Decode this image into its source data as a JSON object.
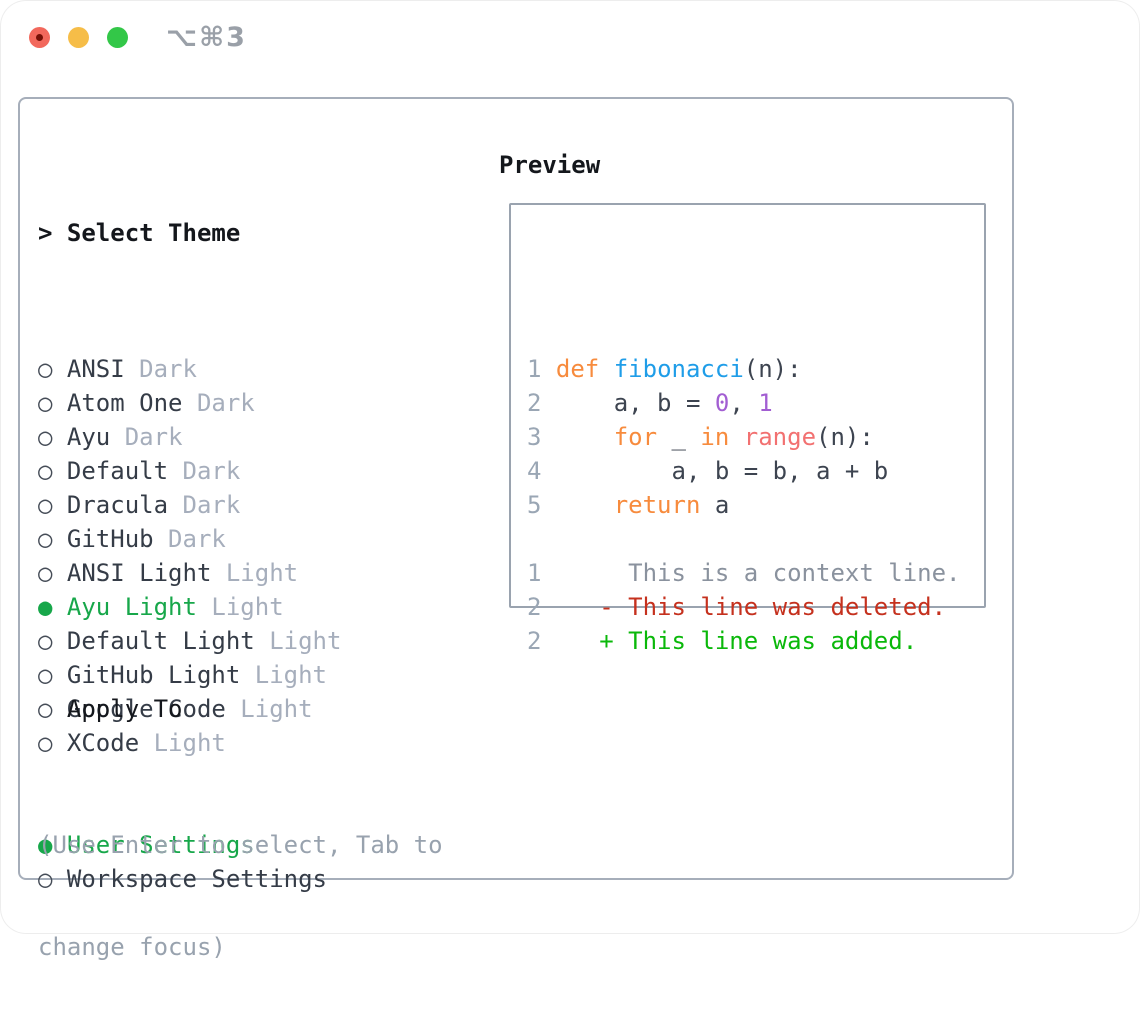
{
  "window": {
    "title": "⌥⌘3",
    "traffic_lights": [
      "close",
      "minimize",
      "zoom"
    ]
  },
  "colors": {
    "traffic_red": "#f2685c",
    "traffic_red_dot": "#751007",
    "traffic_yellow": "#f6bd48",
    "traffic_green": "#33c748",
    "title_gray": "#9aa0a8",
    "panel_border": "#a6aeba",
    "box_border": "#9aa3af",
    "header_text": "#14171c",
    "item_text": "#353c47",
    "marker_unselected": "#454c57",
    "muted_gray": "#a6aebc",
    "hint_gray": "#98a2ae",
    "ui_green": "#17a74a",
    "line_number": "#9aa6b4",
    "code_default": "#3d4450",
    "keyword": "#f78b3d",
    "function_blue": "#1f9de8",
    "function_salmon": "#f27171",
    "number_purple": "#a25ed2",
    "diff_context": "#8a929e",
    "diff_deleted": "#c5311e",
    "diff_added": "#0ab80a"
  },
  "theme_list": {
    "header": "> Select Theme",
    "selected_marker": "●",
    "unselected_marker": "○",
    "items": [
      {
        "name": "ANSI",
        "variant": "Dark",
        "selected": false
      },
      {
        "name": "Atom One",
        "variant": "Dark",
        "selected": false
      },
      {
        "name": "Ayu",
        "variant": "Dark",
        "selected": false
      },
      {
        "name": "Default",
        "variant": "Dark",
        "selected": false
      },
      {
        "name": "Dracula",
        "variant": "Dark",
        "selected": false
      },
      {
        "name": "GitHub",
        "variant": "Dark",
        "selected": false
      },
      {
        "name": "ANSI Light",
        "variant": "Light",
        "selected": false
      },
      {
        "name": "Ayu Light",
        "variant": "Light",
        "selected": true
      },
      {
        "name": "Default Light",
        "variant": "Light",
        "selected": false
      },
      {
        "name": "GitHub Light",
        "variant": "Light",
        "selected": false
      },
      {
        "name": "Google Code",
        "variant": "Light",
        "selected": false
      },
      {
        "name": "XCode",
        "variant": "Light",
        "selected": false
      }
    ]
  },
  "apply_to": {
    "header": "Apply To",
    "options": [
      {
        "name": "User Settings",
        "selected": true
      },
      {
        "name": "Workspace Settings",
        "selected": false
      }
    ]
  },
  "hint": {
    "lines": [
      "(Use Enter to select, Tab to",
      "change focus)"
    ]
  },
  "preview": {
    "header": "Preview",
    "code_lines": [
      {
        "segments": [
          {
            "text": "1 ",
            "color": "line_number"
          },
          {
            "text": "def",
            "color": "keyword"
          },
          {
            "text": " ",
            "color": "code_default"
          },
          {
            "text": "fibonacci",
            "color": "function_blue"
          },
          {
            "text": "(n):",
            "color": "code_default"
          }
        ]
      },
      {
        "segments": [
          {
            "text": "2 ",
            "color": "line_number"
          },
          {
            "text": "    a, b = ",
            "color": "code_default"
          },
          {
            "text": "0",
            "color": "number_purple"
          },
          {
            "text": ", ",
            "color": "code_default"
          },
          {
            "text": "1",
            "color": "number_purple"
          }
        ]
      },
      {
        "segments": [
          {
            "text": "3 ",
            "color": "line_number"
          },
          {
            "text": "    ",
            "color": "code_default"
          },
          {
            "text": "for",
            "color": "keyword"
          },
          {
            "text": " _ ",
            "color": "code_default"
          },
          {
            "text": "in",
            "color": "keyword"
          },
          {
            "text": " ",
            "color": "code_default"
          },
          {
            "text": "range",
            "color": "function_salmon"
          },
          {
            "text": "(n):",
            "color": "code_default"
          }
        ]
      },
      {
        "segments": [
          {
            "text": "4 ",
            "color": "line_number"
          },
          {
            "text": "        a, b = b, a + b",
            "color": "code_default"
          }
        ]
      },
      {
        "segments": [
          {
            "text": "5 ",
            "color": "line_number"
          },
          {
            "text": "    ",
            "color": "code_default"
          },
          {
            "text": "return",
            "color": "keyword"
          },
          {
            "text": " a",
            "color": "code_default"
          }
        ]
      },
      {
        "segments": []
      },
      {
        "segments": [
          {
            "text": "1 ",
            "color": "line_number"
          },
          {
            "text": "     This is a context line.",
            "color": "diff_context"
          }
        ]
      },
      {
        "segments": [
          {
            "text": "2 ",
            "color": "line_number"
          },
          {
            "text": "   - This line was deleted.",
            "color": "diff_deleted"
          }
        ]
      },
      {
        "segments": [
          {
            "text": "2 ",
            "color": "line_number"
          },
          {
            "text": "   + This line was added.",
            "color": "diff_added"
          }
        ]
      }
    ]
  }
}
